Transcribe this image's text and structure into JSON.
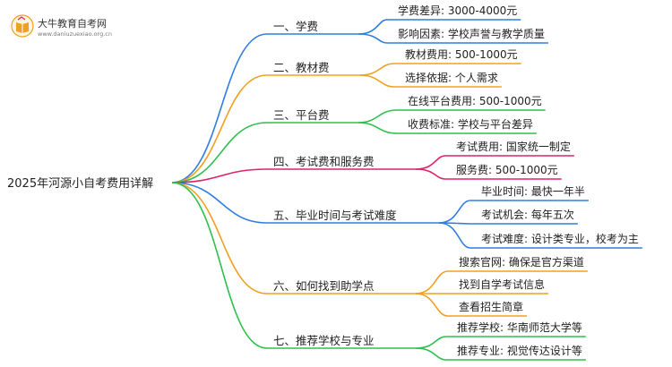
{
  "logo": {
    "title": "大牛教育自考网",
    "url": "www.daniuzuexiao.org.cn"
  },
  "root": "2025年河源小自考费用详解",
  "branches": [
    {
      "label": "一、学费",
      "color": "#2f7de1",
      "leaves": [
        "学费差异: 3000-4000元",
        "影响因素: 学校声誉与教学质量"
      ]
    },
    {
      "label": "二、教材费",
      "color": "#f0a020",
      "leaves": [
        "教材费用: 500-1000元",
        "选择依据: 个人需求"
      ]
    },
    {
      "label": "三、平台费",
      "color": "#2fbf4f",
      "leaves": [
        "在线平台费用: 500-1000元",
        "收费标准: 学校与平台差异"
      ]
    },
    {
      "label": "四、考试费和服务费",
      "color": "#e0206a",
      "leaves": [
        "考试费用: 国家统一制定",
        "服务费: 500-1000元"
      ]
    },
    {
      "label": "五、毕业时间与考试难度",
      "color": "#2f7de1",
      "leaves": [
        "毕业时间: 最快一年半",
        "考试机会: 每年五次",
        "考试难度: 设计类专业，校考为主"
      ]
    },
    {
      "label": "六、如何找到助学点",
      "color": "#f0a020",
      "leaves": [
        "搜索官网: 确保是官方渠道",
        "找到自学考试信息",
        "查看招生简章"
      ]
    },
    {
      "label": "七、推荐学校与专业",
      "color": "#2fbf4f",
      "leaves": [
        "推荐学校: 华南师范大学等",
        "推荐专业: 视觉传达设计等"
      ]
    }
  ]
}
